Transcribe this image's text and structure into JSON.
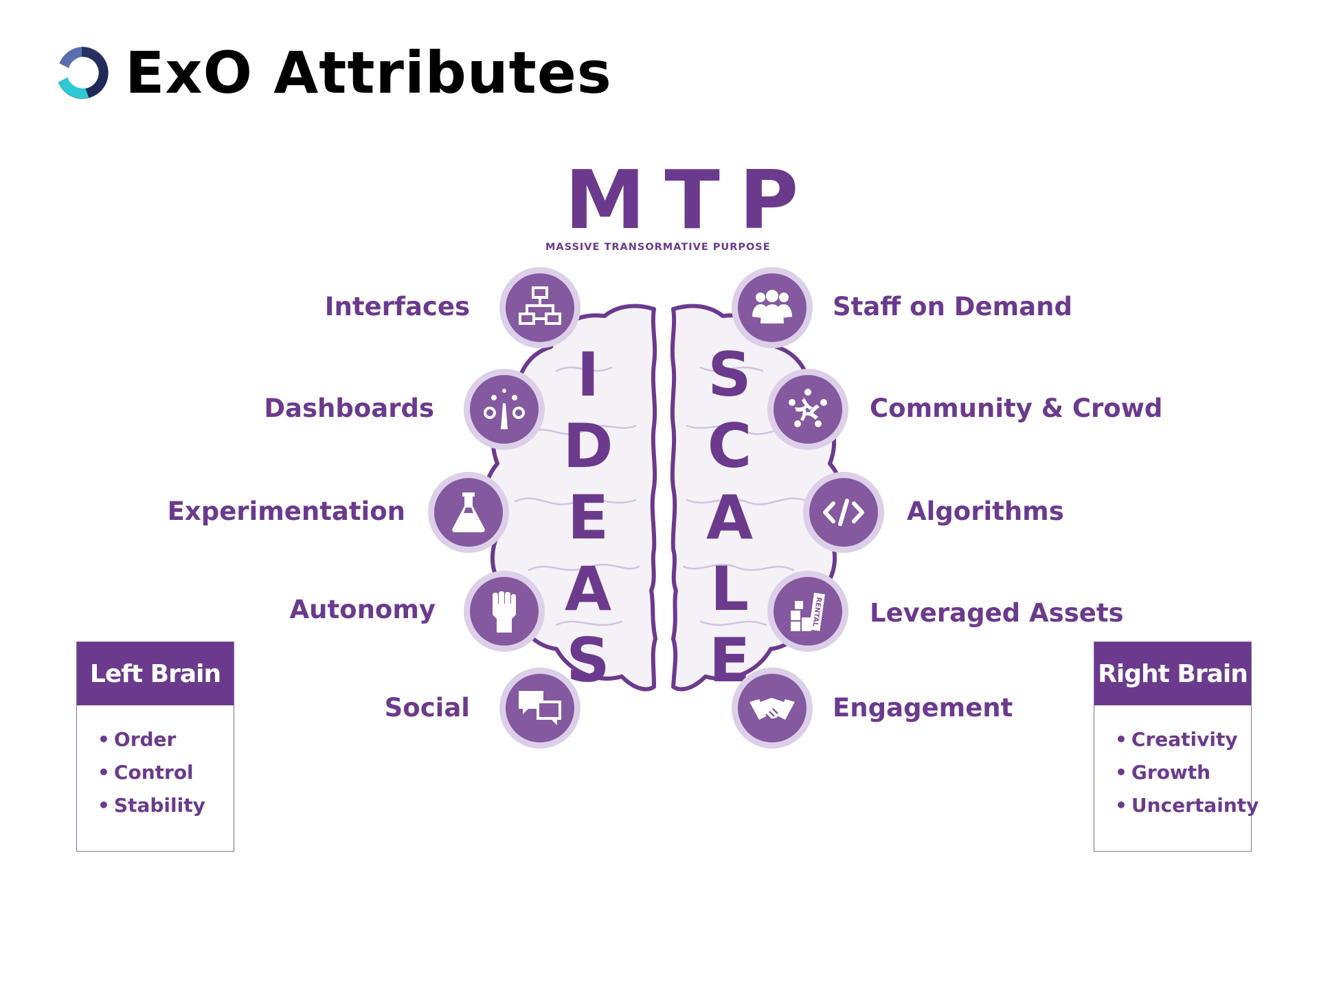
{
  "header": {
    "title": "ExO Attributes",
    "logo_icon": "exo-swirl-logo-icon"
  },
  "mtp": {
    "letters": "MTP",
    "subtitle": "MASSIVE TRANSORMATIVE PURPOSE"
  },
  "left_word": [
    "I",
    "D",
    "E",
    "A",
    "S"
  ],
  "right_word": [
    "S",
    "C",
    "A",
    "L",
    "E"
  ],
  "left_attributes": [
    {
      "label": "Interfaces",
      "icon": "flowchart-icon"
    },
    {
      "label": "Dashboards",
      "icon": "gauge-icon"
    },
    {
      "label": "Experimentation",
      "icon": "flask-icon"
    },
    {
      "label": "Autonomy",
      "icon": "fist-icon"
    },
    {
      "label": "Social",
      "icon": "chat-bubbles-icon"
    }
  ],
  "right_attributes": [
    {
      "label": "Staff on Demand",
      "icon": "people-group-icon"
    },
    {
      "label": "Community & Crowd",
      "icon": "community-circle-icon"
    },
    {
      "label": "Algorithms",
      "icon": "code-brackets-icon"
    },
    {
      "label": "Leveraged Assets",
      "icon": "rental-boxes-icon",
      "icon_text": "RENTAL"
    },
    {
      "label": "Engagement",
      "icon": "handshake-icon"
    }
  ],
  "left_brain": {
    "title": "Left Brain",
    "items": [
      "Order",
      "Control",
      "Stability"
    ]
  },
  "right_brain": {
    "title": "Right Brain",
    "items": [
      "Creativity",
      "Growth",
      "Uncertainty"
    ]
  },
  "colors": {
    "primary": "#6b3a8d",
    "icon_fill": "#84599f",
    "ring": "#dcd0e8",
    "brain_fill": "#f4f1f7"
  }
}
